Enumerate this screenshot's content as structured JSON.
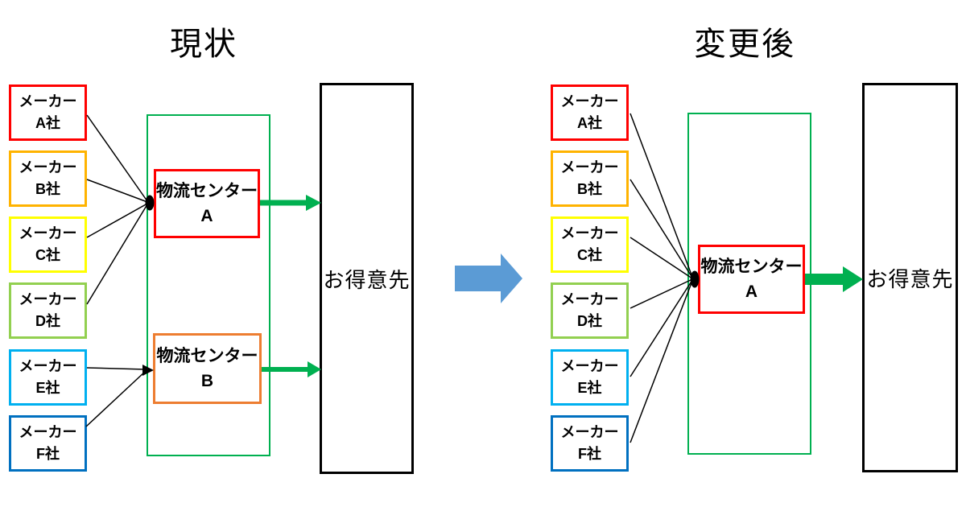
{
  "sections": {
    "current": {
      "title": "現状"
    },
    "after": {
      "title": "変更後"
    }
  },
  "makers": [
    {
      "line1": "メーカー",
      "line2": "A社",
      "color": "#ff0000"
    },
    {
      "line1": "メーカー",
      "line2": "B社",
      "color": "#ffb300"
    },
    {
      "line1": "メーカー",
      "line2": "C社",
      "color": "#ffff00"
    },
    {
      "line1": "メーカー",
      "line2": "D社",
      "color": "#92d050"
    },
    {
      "line1": "メーカー",
      "line2": "E社",
      "color": "#00b0f0"
    },
    {
      "line1": "メーカー",
      "line2": "F社",
      "color": "#0070c0"
    }
  ],
  "centers": {
    "current_a": {
      "line1": "物流センター",
      "line2": "A",
      "color": "#ff0000"
    },
    "current_b": {
      "line1": "物流センター",
      "line2": "B",
      "color": "#ed7d31"
    },
    "after_a": {
      "line1": "物流センター",
      "line2": "A",
      "color": "#ff0000"
    }
  },
  "customers": {
    "current": "お得意先",
    "after": "お得意先"
  },
  "colors": {
    "container_green": "#00b050",
    "flow_arrow_green": "#00b050",
    "transition_arrow_blue": "#5b9bd5",
    "connector_black": "#000000"
  }
}
